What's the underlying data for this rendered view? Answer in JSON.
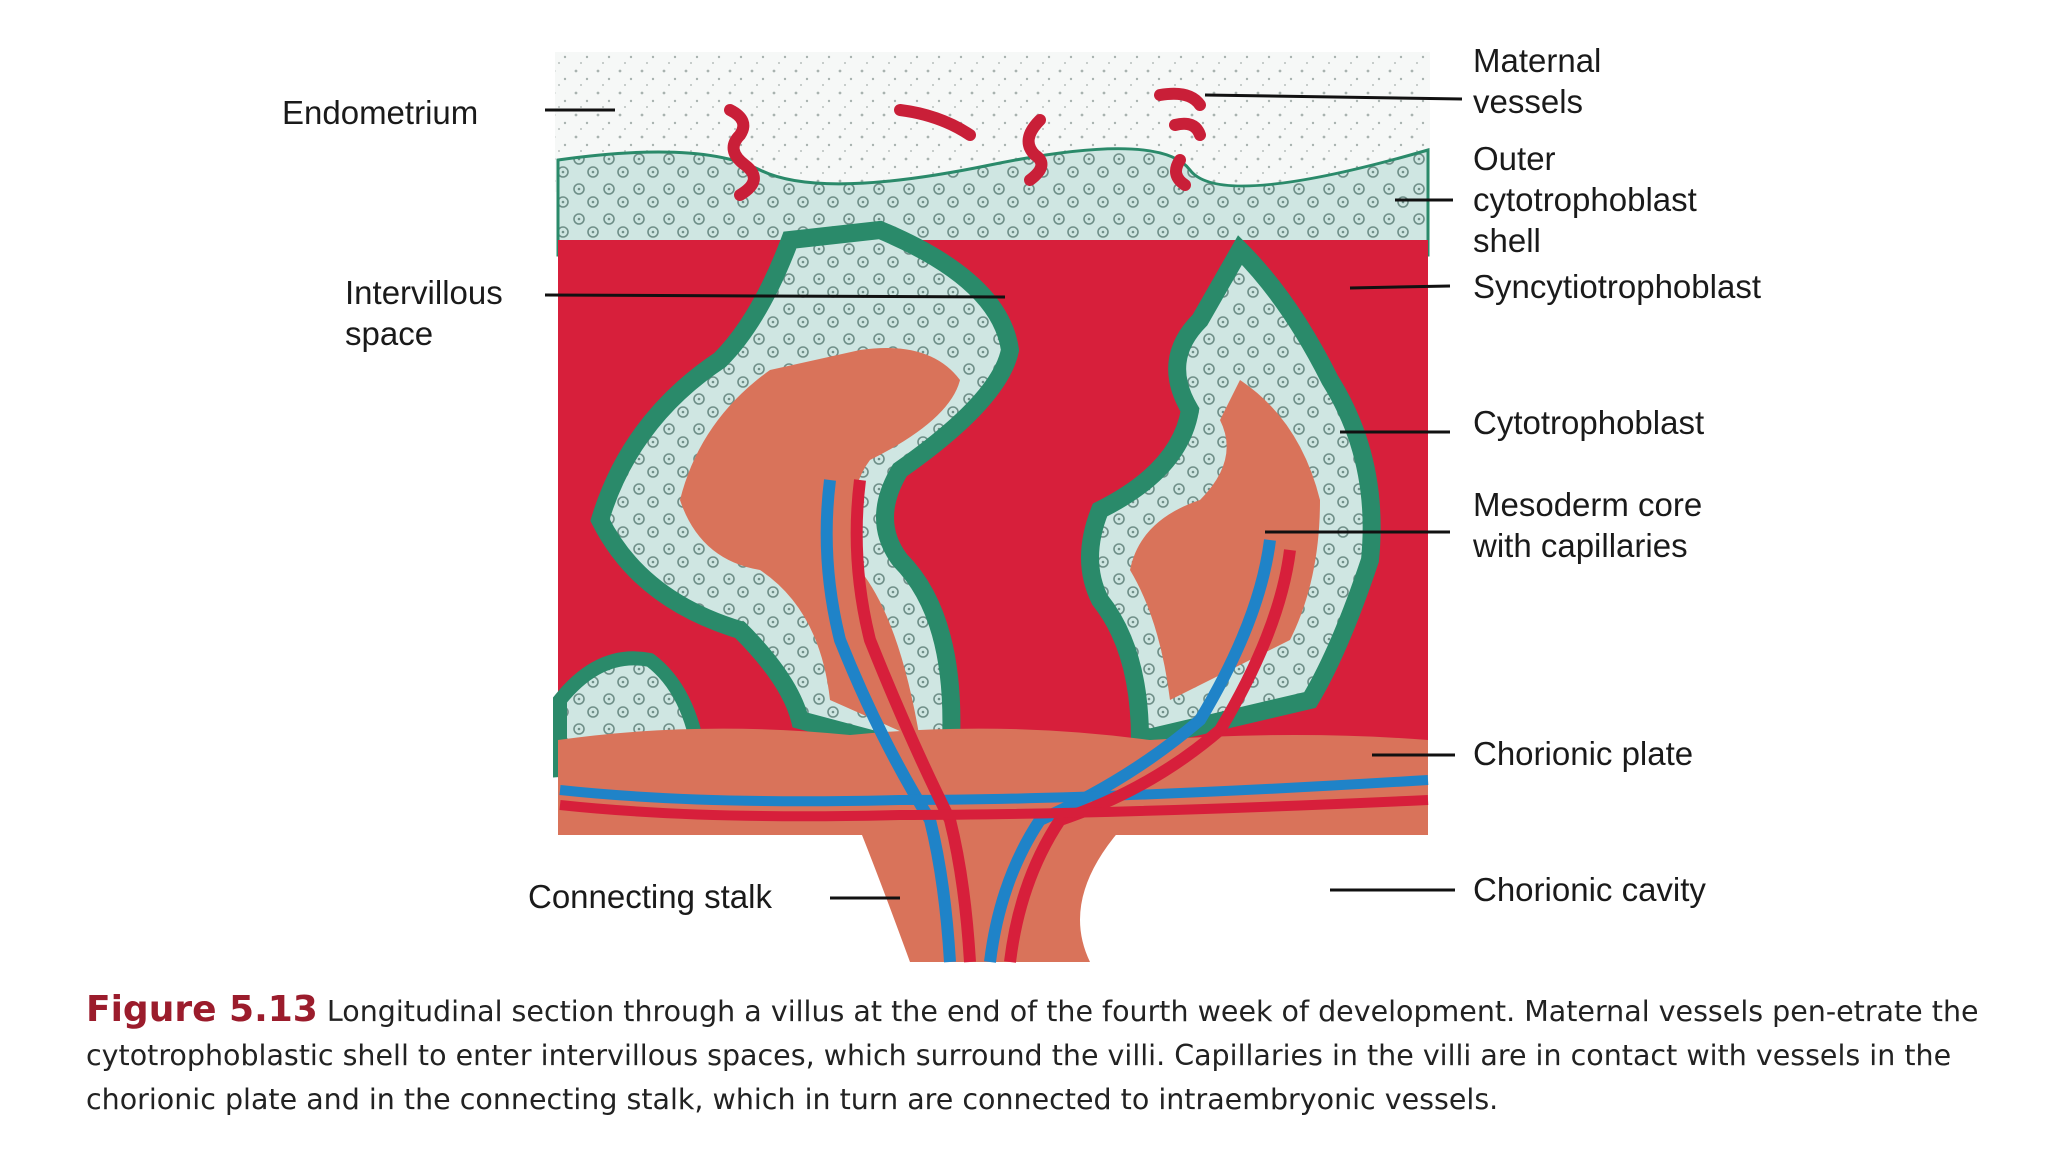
{
  "labels": {
    "endometrium": "Endometrium",
    "intervillous": "Intervillous\nspace",
    "connecting_stalk": "Connecting stalk",
    "maternal": "Maternal\nvessels",
    "outer_shell": "Outer\ncytotrophoblast\nshell",
    "syncytio": "Syncytiotrophoblast",
    "cytotrophoblast": "Cytotrophoblast",
    "mesoderm": "Mesoderm core\nwith capillaries",
    "chorionic_plate": "Chorionic plate",
    "chorionic_cavity": "Chorionic cavity"
  },
  "caption": {
    "figure_label": "Figure 5.13",
    "text": "Longitudinal section through a villus at the end of the fourth week of development. Maternal vessels pen-etrate the cytotrophoblastic shell to enter intervillous spaces, which surround the villi. Capillaries in the villi are in contact with vessels in the chorionic plate and in the connecting stalk, which in turn are connected to intraembryonic vessels."
  },
  "colors": {
    "maternal_blood": "#d71f3b",
    "cytotrophoblast": "#cfe6e2",
    "syncytio": "#2a8a6a",
    "mesoderm": "#d9735a",
    "vein": "#1f83c8",
    "artery": "#d71f3b",
    "endometrium": "#f6f8f7"
  }
}
